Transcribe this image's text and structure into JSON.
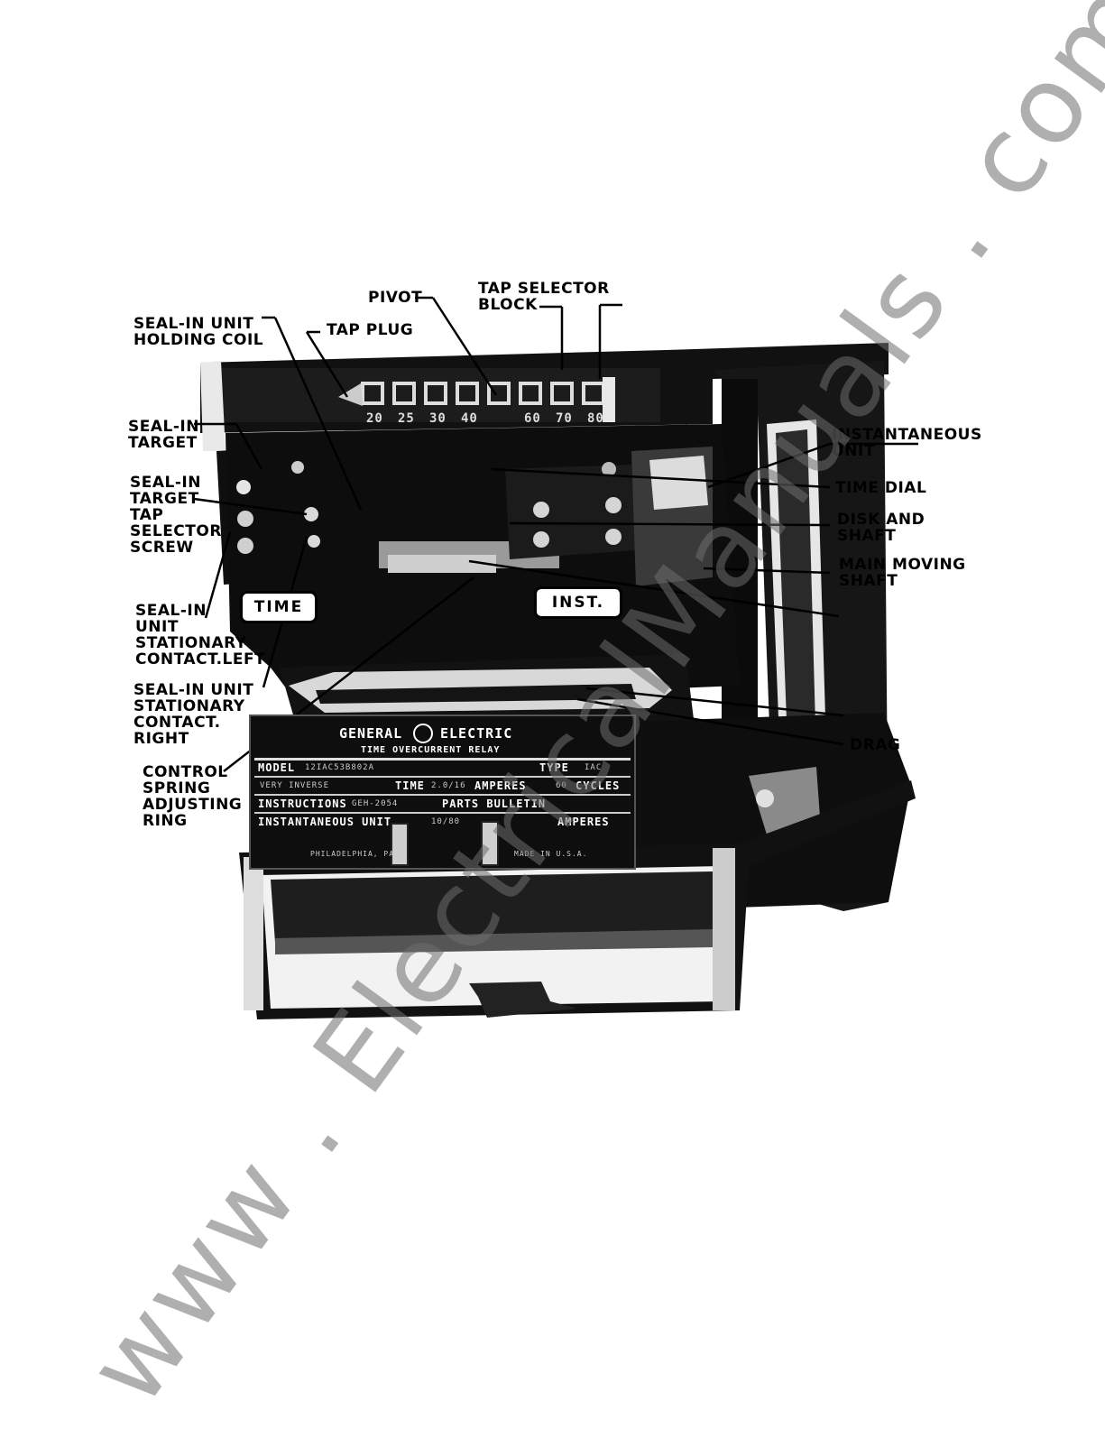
{
  "callouts": {
    "pivot": "PIVOT",
    "tap_selector_block": "TAP SELECTOR\nBLOCK",
    "seal_in_holding_coil": "SEAL-IN UNIT\nHOLDING COIL",
    "tap_plug": "TAP PLUG",
    "seal_in_target": "SEAL-IN\nTARGET",
    "seal_in_tap_screw": "SEAL-IN\nTARGET\nTAP\nSELECTOR\nSCREW",
    "seal_in_contact_left": "SEAL-IN\nUNIT\nSTATIONARY\nCONTACT.LEFT",
    "seal_in_contact_right": "SEAL-IN UNIT\nSTATIONARY\nCONTACT.\nRIGHT",
    "control_spring": "CONTROL\nSPRING\nADJUSTING\nRING",
    "instantaneous_unit": "INSTANTANEOUS\nUNIT",
    "time_dial": "TIME DIAL",
    "disk_and_shaft": "DISK AND\nSHAFT",
    "main_moving_shaft": "MAIN MOVING\nSHAFT",
    "drag": "DRAG"
  },
  "device": {
    "time_button": "TIME",
    "inst_button": "INST.",
    "tap_numbers": [
      "20",
      "25",
      "30",
      "40",
      "",
      "60",
      "70",
      "80"
    ],
    "nameplate": {
      "brand_left": "GENERAL",
      "brand_right": "ELECTRIC",
      "subtitle": "TIME OVERCURRENT RELAY",
      "model_label": "MODEL",
      "model_value": "12IAC53B802A",
      "type_label": "TYPE",
      "type_value": "IAC",
      "curve": "VERY INVERSE",
      "time_label": "TIME",
      "time_value": "2.0/16",
      "amperes_label": "AMPERES",
      "cycles_value": "60",
      "cycles_label": "CYCLES",
      "instructions_label": "INSTRUCTIONS",
      "instructions_value": "GEH-2054",
      "parts_bulletin": "PARTS BULLETIN",
      "inst_unit_label": "INSTANTANEOUS UNIT",
      "inst_unit_value": "10/80",
      "inst_amperes": "AMPERES",
      "footer_left": "PHILADELPHIA, PA.",
      "footer_right": "MADE IN U.S.A."
    }
  },
  "watermark": "www . ElectricalManuals . com"
}
